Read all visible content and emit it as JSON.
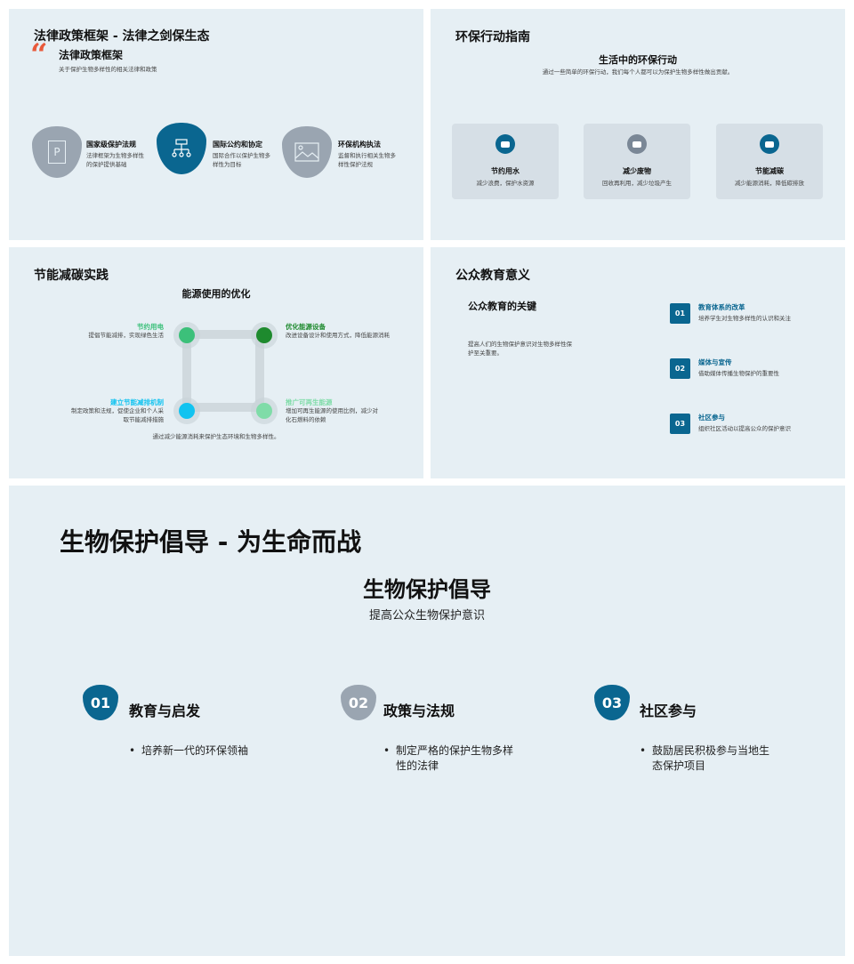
{
  "slide1": {
    "title": "法律政策框架 - 法律之剑保生态",
    "quote_heading": "法律政策框架",
    "quote_sub": "关于保护生物多样性的相关法律和政策",
    "items": [
      {
        "title": "国家级保护法规",
        "desc": "法律框架为生物多样性的保护提供基础",
        "icon": "document-p-icon"
      },
      {
        "title": "国际公约和协定",
        "desc": "国际合作以保护生物多样性为目标",
        "icon": "hierarchy-icon"
      },
      {
        "title": "环保机构执法",
        "desc": "监督和执行相关生物多样性保护法规",
        "icon": "image-icon"
      }
    ],
    "colors": {
      "quote": "#e8593a",
      "active": "#0a6690",
      "inactive": "#9aa5b1"
    }
  },
  "slide2": {
    "title": "环保行动指南",
    "heading": "生活中的环保行动",
    "sub": "通过一些简单的环保行动，我们每个人都可以为保护生物多样性做出贡献。",
    "cards": [
      {
        "title": "节约用水",
        "desc": "减少浪费，保护水资源"
      },
      {
        "title": "减少废物",
        "desc": "回收再利用，减少垃圾产生"
      },
      {
        "title": "节能减碳",
        "desc": "减少能源消耗，降低碳排放"
      }
    ]
  },
  "slide3": {
    "title": "节能减碳实践",
    "heading": "能源使用的优化",
    "footer": "通过减少能源消耗来保护生态环境和生物多样性。",
    "nodes": [
      {
        "title": "节约用电",
        "desc": "提倡节能减排，实现绿色生活",
        "color": "#3cc07a"
      },
      {
        "title": "优化能源设备",
        "desc": "改进设备设计和使用方式，降低能源消耗",
        "color": "#1e8a2e"
      },
      {
        "title": "建立节能减排机制",
        "desc": "制定政策和法规，促使企业和个人采取节能减排措施",
        "color": "#12c3f0"
      },
      {
        "title": "推广可再生能源",
        "desc": "增加可再生能源的使用比例，减少对化石燃料的依赖",
        "color": "#7fdca8"
      }
    ]
  },
  "slide4": {
    "title": "公众教育意义",
    "heading": "公众教育的关键",
    "desc": "提高人们的生物保护意识对生物多样性保护至关重要。",
    "items": [
      {
        "num": "01",
        "title": "教育体系的改革",
        "desc": "培养学生对生物多样性的认识和关注"
      },
      {
        "num": "02",
        "title": "媒体与宣传",
        "desc": "借助媒体传播生物保护的重要性"
      },
      {
        "num": "03",
        "title": "社区参与",
        "desc": "组织社区活动以提高公众的保护意识"
      }
    ]
  },
  "slide5": {
    "title": "生物保护倡导 - 为生命而战",
    "heading": "生物保护倡导",
    "sub": "提高公众生物保护意识",
    "items": [
      {
        "num": "01",
        "title": "教育与启发",
        "bullet": "培养新一代的环保领袖"
      },
      {
        "num": "02",
        "title": "政策与法规",
        "bullet": "制定严格的保护生物多样性的法律"
      },
      {
        "num": "03",
        "title": "社区参与",
        "bullet": "鼓励居民积极参与当地生态保护项目"
      }
    ]
  }
}
